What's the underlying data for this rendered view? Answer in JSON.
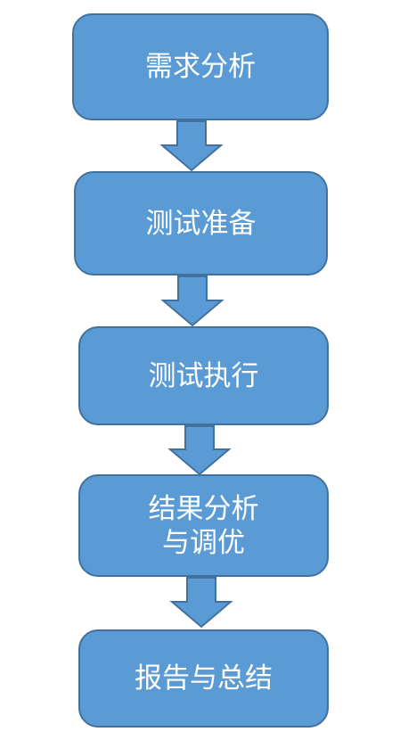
{
  "steps": [
    {
      "lines": [
        "需求分析"
      ]
    },
    {
      "lines": [
        "测试准备"
      ]
    },
    {
      "lines": [
        "测试执行"
      ]
    },
    {
      "lines": [
        "结果分析",
        "与调优"
      ]
    },
    {
      "lines": [
        "报告与总结"
      ]
    }
  ],
  "colors": {
    "box_fill": "#5b9bd5",
    "box_stroke": "#41719c",
    "text": "#ffffff"
  }
}
